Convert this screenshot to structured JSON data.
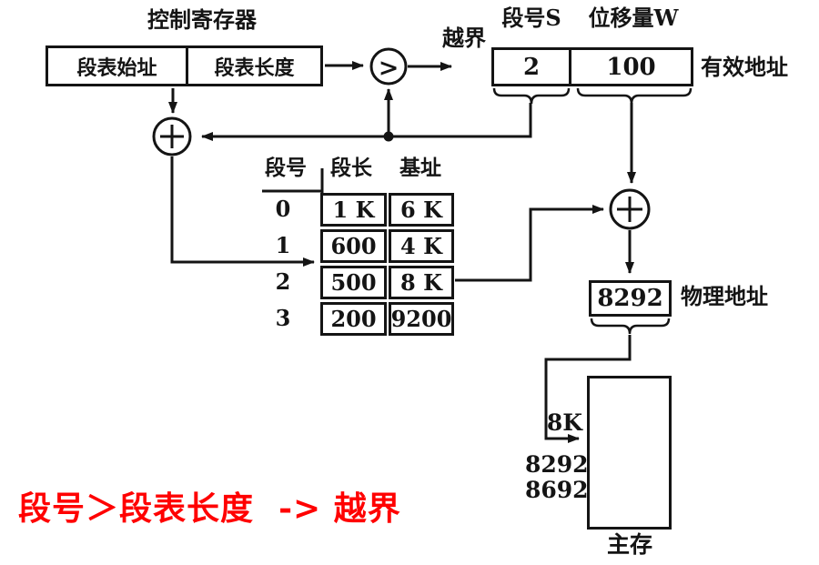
{
  "control_register": {
    "title": "控制寄存器",
    "fields": {
      "start": "段表始址",
      "length": "段表长度"
    }
  },
  "comparator": {
    "symbol": ">",
    "overflow_label": "越界"
  },
  "effective_address": {
    "segment_label": "段号S",
    "offset_label": "位移量W",
    "segment_value": "2",
    "offset_value": "100",
    "caption": "有效地址"
  },
  "segment_table": {
    "headers": [
      "段号",
      "段长",
      "基址"
    ],
    "rows": [
      {
        "seg": "0",
        "len": "1 K",
        "base": "6 K"
      },
      {
        "seg": "1",
        "len": "600",
        "base": "4 K"
      },
      {
        "seg": "2",
        "len": "500",
        "base": "8 K"
      },
      {
        "seg": "3",
        "len": "200",
        "base": "9200"
      }
    ]
  },
  "physical_address": {
    "value": "8292",
    "caption": "物理地址"
  },
  "memory": {
    "caption": "主存",
    "boundary_labels": [
      "8K",
      "8292",
      "8692"
    ]
  },
  "annotation": {
    "text": "段号＞段表长度  -> 越界"
  },
  "colors": {
    "ink": "#141414",
    "annotation_red": "#ff0000",
    "paper": "#ffffff"
  }
}
